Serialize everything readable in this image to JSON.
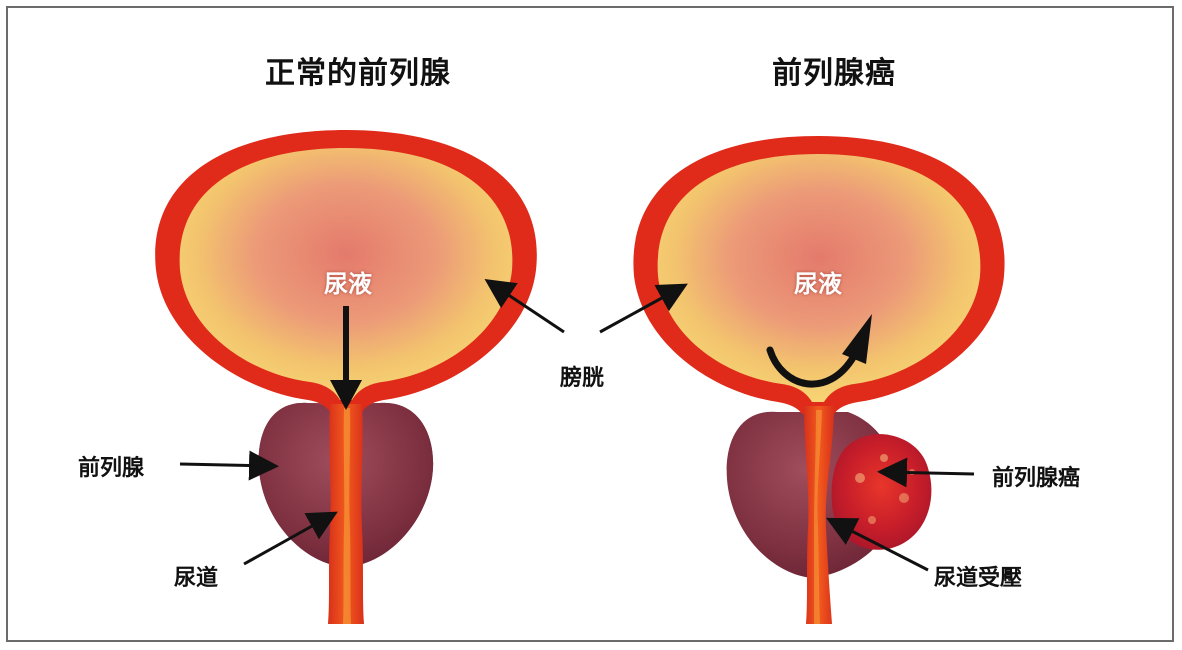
{
  "titles": {
    "normal": "正常的前列腺",
    "cancer": "前列腺癌"
  },
  "labels": {
    "urine_left": "尿液",
    "urine_right": "尿液",
    "bladder": "膀胱",
    "prostate": "前列腺",
    "urethra": "尿道",
    "prostate_cancer": "前列腺癌",
    "urethra_compressed": "尿道受壓"
  },
  "colors": {
    "bladder_wall": "#e02a1a",
    "bladder_inner": "#f1b86a",
    "prostate": "#8a3b4a",
    "urethra": "#e83a14",
    "tumor": "#c8202a",
    "arrow": "#111111"
  }
}
